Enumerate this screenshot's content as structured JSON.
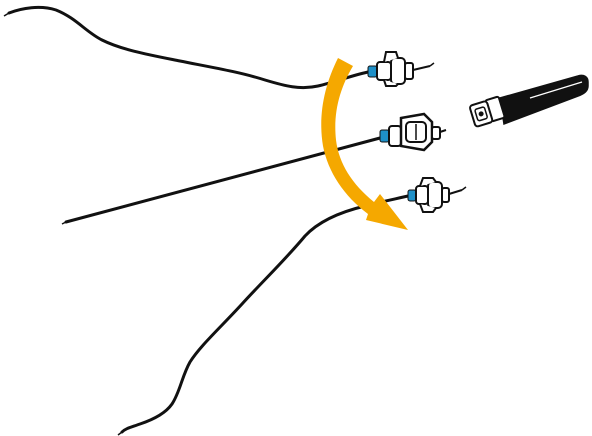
{
  "colors": {
    "background": "#ffffff",
    "shaft": "#111111",
    "outline": "#111111",
    "hub_fill": "#ffffff",
    "blue_marker": "#1e90c8",
    "arrow_fill": "#f5a800"
  },
  "illustration": {
    "components": [
      {
        "name": "curved-tip-catheter-top",
        "tip": "curved",
        "connector": "luer-hub"
      },
      {
        "name": "straight-catheter-middle",
        "tip": "straight",
        "connector": "wing-hub"
      },
      {
        "name": "curved-tip-catheter-bottom",
        "tip": "curved",
        "connector": "luer-hub"
      },
      {
        "name": "handle-adapter",
        "tip": "none",
        "connector": "handle"
      }
    ],
    "arrow": {
      "direction": "clockwise",
      "meaning": "selection-rotation"
    }
  }
}
